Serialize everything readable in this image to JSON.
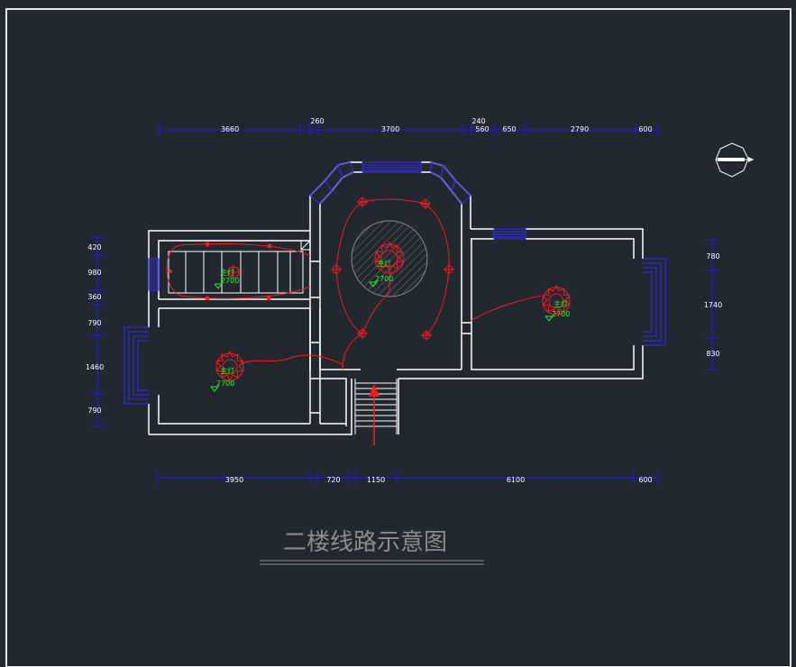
{
  "title": "二楼线路示意图",
  "dimensions": {
    "top": [
      "3660",
      "260",
      "3700",
      "240",
      "560",
      "650",
      "2790",
      "600"
    ],
    "bottom": [
      "3950",
      "720",
      "1150",
      "6100",
      "600"
    ],
    "left": [
      "420",
      "980",
      "360",
      "790",
      "1460",
      "790"
    ],
    "right": [
      "780",
      "1740",
      "830"
    ]
  },
  "fixtures": {
    "hall_lamp": {
      "label": "主灯",
      "height": "2700"
    },
    "right_lamp": {
      "label": "主灯",
      "height": "2700"
    },
    "left_lamp": {
      "label": "主灯",
      "height": "2700"
    },
    "stair_lamp": {
      "label": "主灯",
      "height": "2700"
    }
  },
  "colors": {
    "background": "#212830",
    "frame": "#e6e6e6",
    "walls": "#ffffff",
    "dimension_lines": "#1a1aff",
    "windows": "#2e2eff",
    "wiring": "#ff1a1a",
    "labels": "#1aff1a",
    "title": "#8c8c8c"
  },
  "icons": [
    "compass-icon",
    "chandelier-icon",
    "downlight-icon",
    "stair-arrow-icon"
  ]
}
